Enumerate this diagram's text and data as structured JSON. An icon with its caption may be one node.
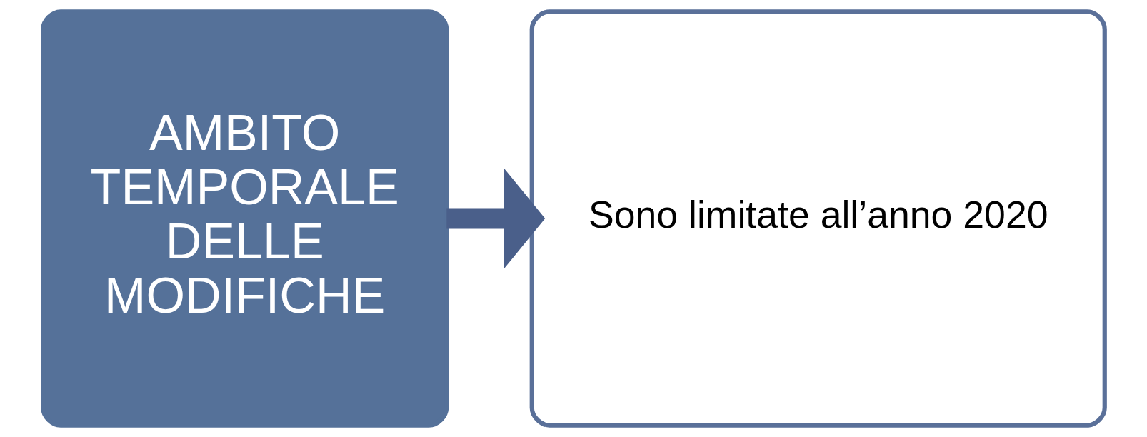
{
  "diagram": {
    "nodes": [
      {
        "text": [
          "AMBITO TEMPORALE DELLE MODIFICHE"
        ]
      },
      {
        "text": [
          "Sono limitate all’anno 2020"
        ]
      }
    ],
    "edges": [
      {
        "from": 0,
        "to": 1,
        "arrow": "to"
      }
    ]
  }
}
